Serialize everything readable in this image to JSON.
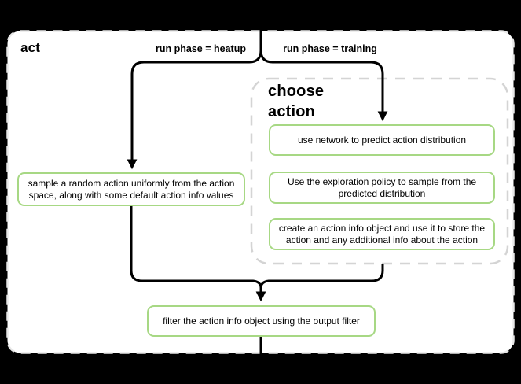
{
  "theme": {
    "background": "#000000",
    "container_fill": "#ffffff",
    "container_dash": "#e8e8e8",
    "group_dash": "#d4d4d4",
    "node_border": "#a7d884",
    "node_fill": "#ffffff",
    "line_color": "#000000",
    "text_color": "#000000"
  },
  "flowchart": {
    "title": "act",
    "branch_labels": {
      "heatup": "run phase = heatup",
      "training": "run phase = training"
    },
    "group": {
      "title": "choose action",
      "nodes": [
        "use network to predict action distribution",
        "Use the exploration policy to sample from the predicted distribution",
        "create an action info object and use it to store the action and any additional info about the action"
      ]
    },
    "nodes": {
      "sample_random": "sample a random action uniformly from the action space, along with some default action info values",
      "filter_output": "filter the action info object using the output filter"
    }
  }
}
